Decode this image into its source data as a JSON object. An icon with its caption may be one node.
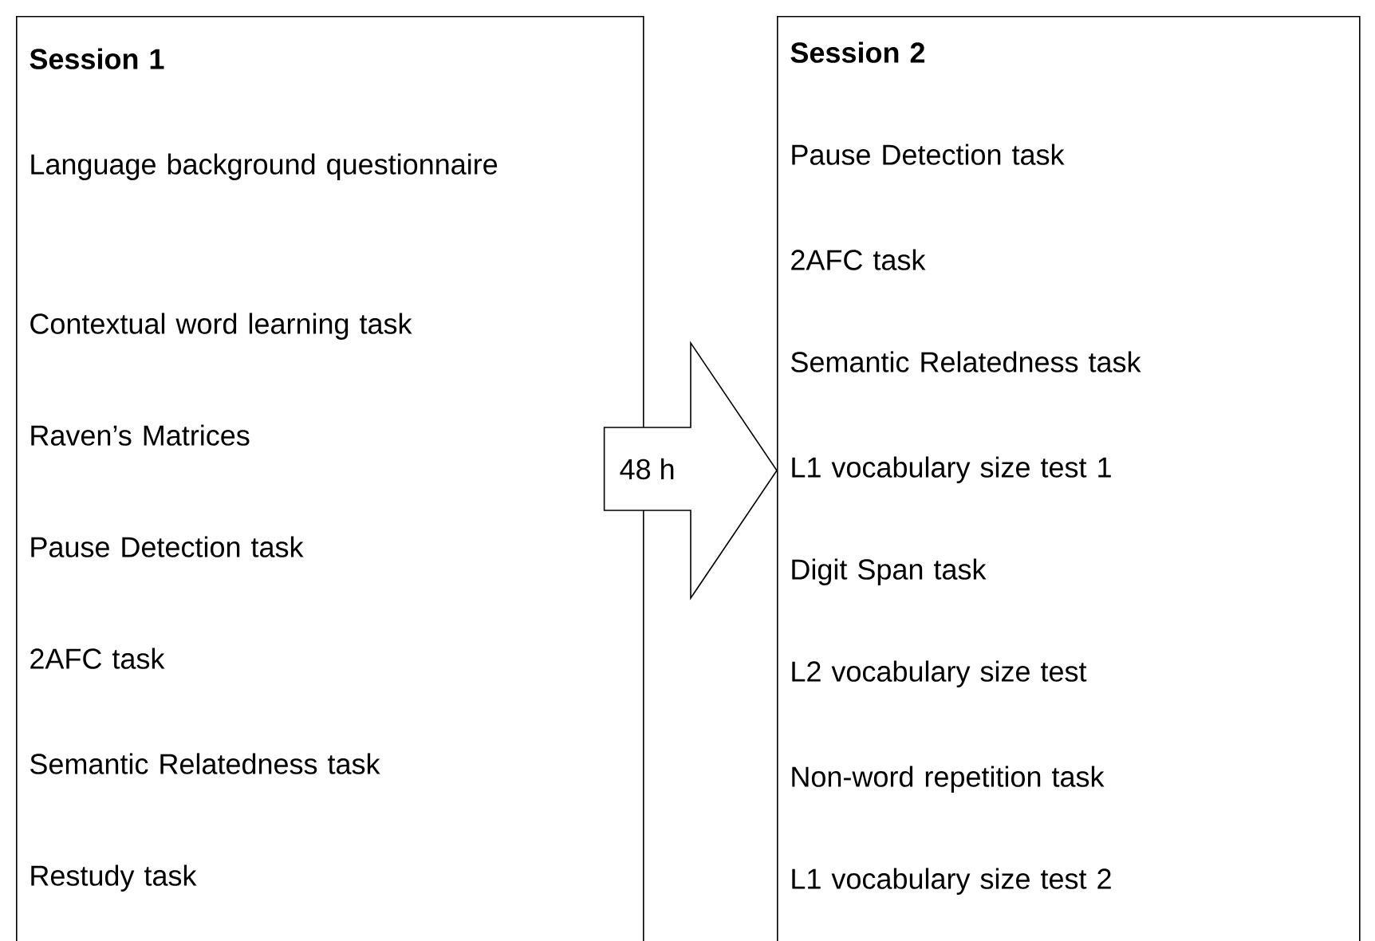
{
  "diagram": {
    "nodes": [
      {
        "text": [
          "Session 1",
          "Language background questionnaire",
          "Contextual word learning task",
          "Raven’s Matrices",
          "Pause Detection task",
          "2AFC task",
          "Semantic Relatedness task",
          "Restudy task"
        ]
      },
      {
        "text": [
          "Session 2",
          "Pause Detection task",
          "2AFC task",
          "Semantic Relatedness task",
          "L1 vocabulary size test 1",
          "Digit Span task",
          "L2 vocabulary size test",
          "Non-word repetition task",
          "L1 vocabulary size test 2"
        ]
      }
    ],
    "edges": [
      {
        "from": 0,
        "to": 1,
        "arrow": "to",
        "label": "48 h"
      }
    ]
  }
}
